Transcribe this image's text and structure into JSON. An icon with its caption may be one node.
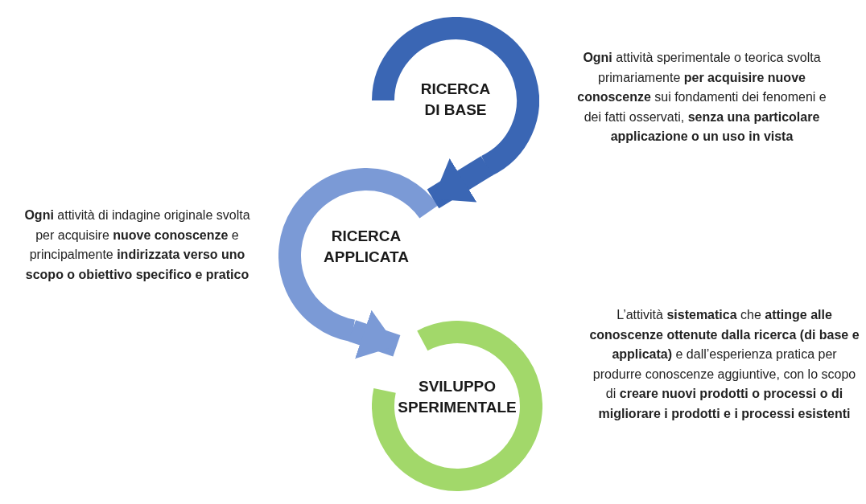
{
  "diagram": {
    "nodes": [
      {
        "text": [
          "RICERCA DI BASE"
        ],
        "beside": [
          "**Ogni** attività sperimentale o teorica svolta primariamente **per acquisire nuove conoscenze** sui fondamenti dei fenomeni e dei fatti osservati, **senza una particolare applicazione o un uso in vista**"
        ]
      },
      {
        "text": [
          "RICERCA APPLICATA"
        ],
        "beside": [
          "**Ogni** attività di indagine originale svolta per acquisire **nuove conoscenze** e principalmente **indirizzata verso uno scopo o obiettivo specifico e pratico**"
        ]
      },
      {
        "text": [
          "SVILUPPO SPERIMENTALE"
        ],
        "beside": [
          "L’attività **sistematica** che **attinge alle conoscenze ottenute dalla ricerca (di base e applicata)** e dall’esperienza pratica per produrre conoscenze aggiuntive, con lo scopo di **creare nuovi prodotti o processi o di migliorare i prodotti e i processi esistenti**"
        ]
      }
    ],
    "edges": [
      {
        "from": 0,
        "to": 1,
        "arrow": "to",
        "color": "#3a66b4"
      },
      {
        "from": 1,
        "to": 2,
        "arrow": "to",
        "color": "#7b9ad6"
      }
    ]
  }
}
